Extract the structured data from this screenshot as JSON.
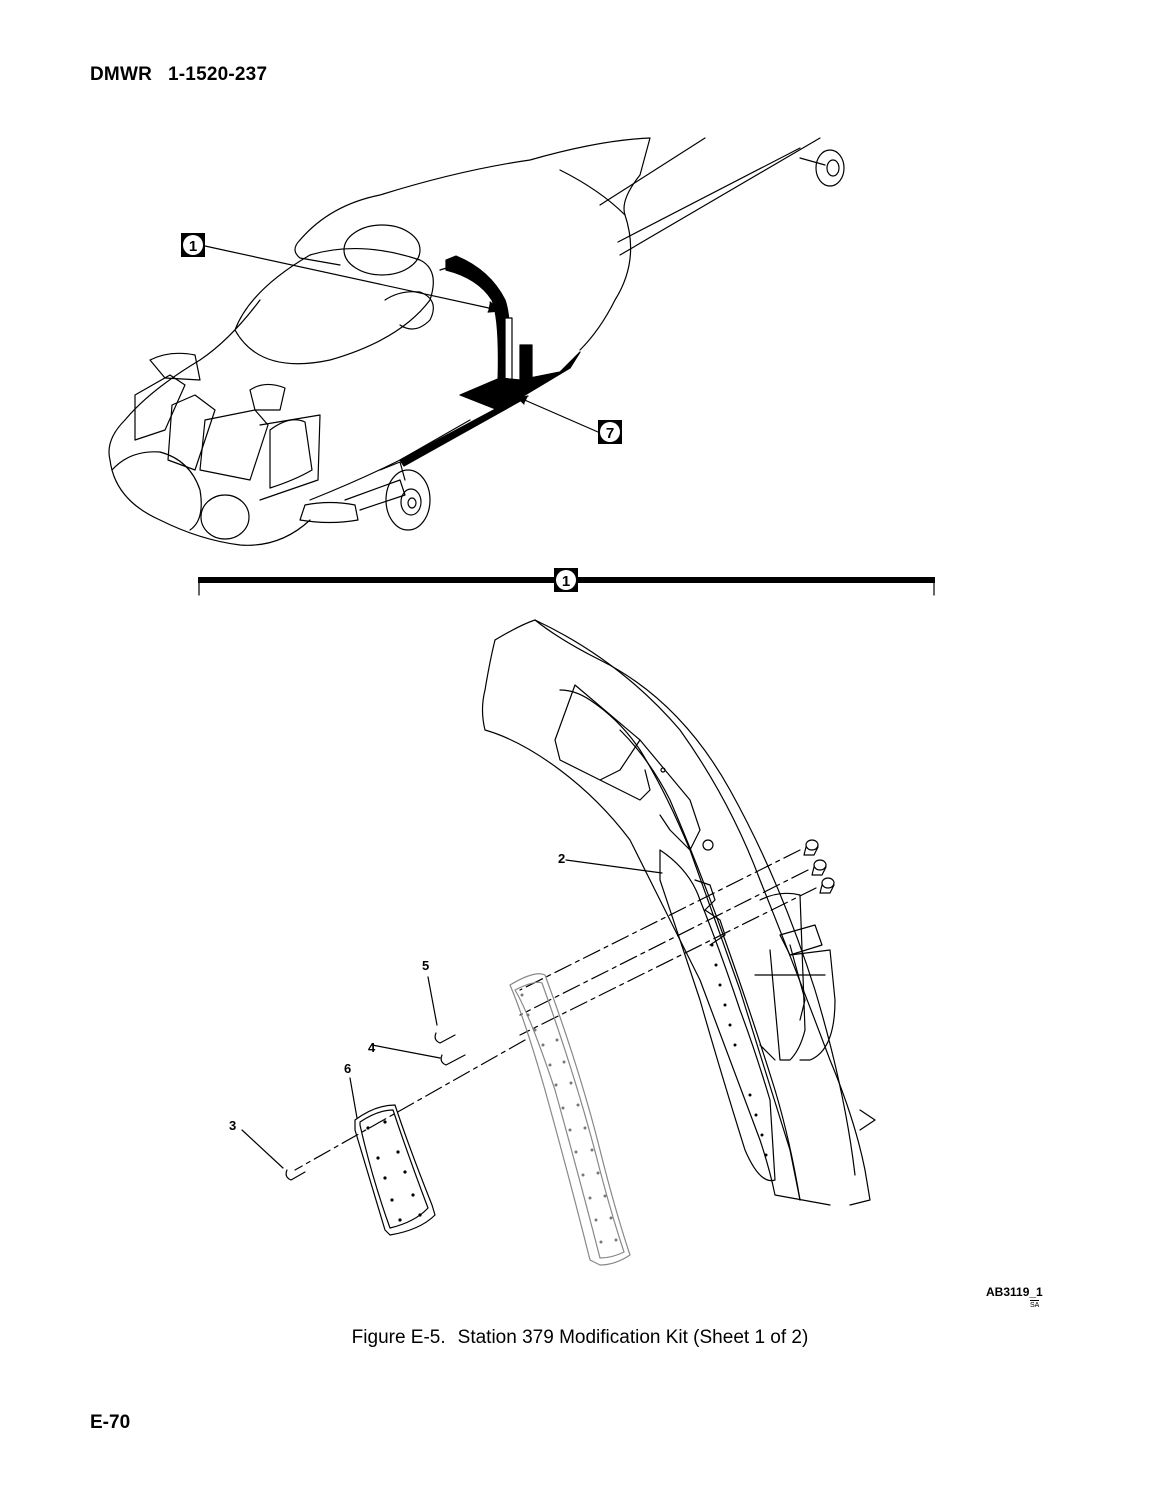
{
  "header": {
    "doc": "DMWR",
    "number": "1-1520-237"
  },
  "callouts": {
    "c1_top": "1",
    "c7": "7",
    "c1_bar": "1",
    "c2": "2",
    "c3": "3",
    "c4": "4",
    "c5": "5",
    "c6": "6"
  },
  "drawing": {
    "id": "AB3119_1",
    "sub": "SA"
  },
  "caption": {
    "figure": "Figure E-5.",
    "title": "Station 379 Modification Kit (Sheet 1 of 2)"
  },
  "footer": {
    "page": "E-70"
  }
}
